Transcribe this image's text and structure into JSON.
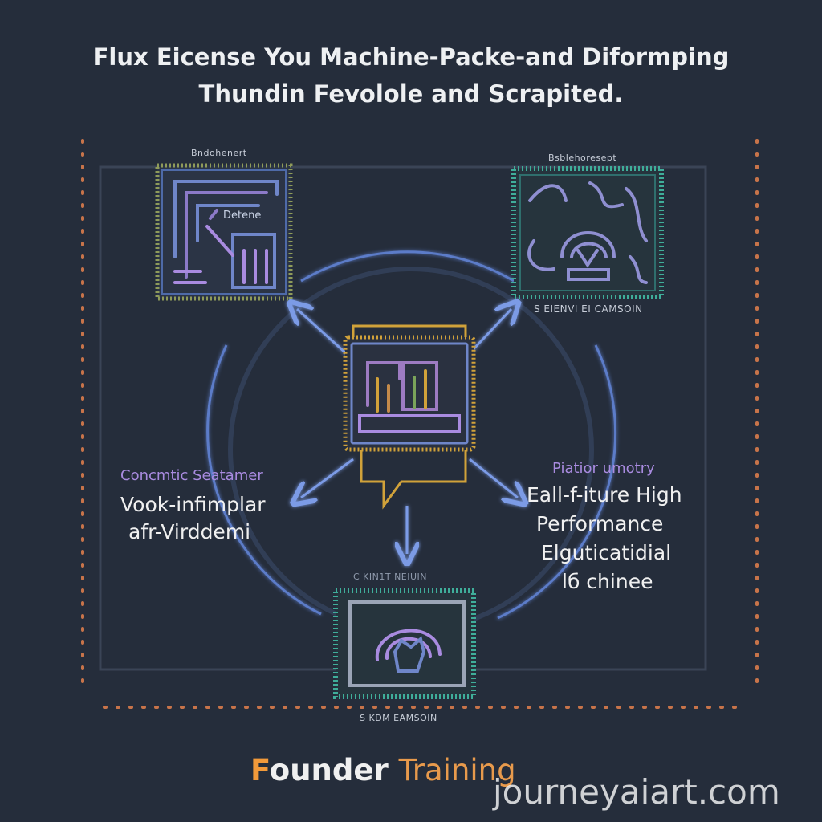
{
  "title": {
    "line1": "Flux Eicense You Machine-Packe-and Diformping",
    "line2": "Thundin Fevolole and Scrapited."
  },
  "nodes": {
    "top_left": {
      "caption": "Bndohenert",
      "inner_text": "Detene",
      "icon": "dashboard-icon"
    },
    "top_right": {
      "caption": "Bsblehoresept",
      "footer": "S EIENVI EI CAMSOIN",
      "icon": "brain-icon"
    },
    "center": {
      "icon": "monitor-chart-icon"
    },
    "bottom": {
      "caption": "C KIN1T NEIUIN",
      "footer": "S KDM EAMSOIN",
      "icon": "hand-icon"
    }
  },
  "left_label": {
    "heading": "Concmtic Seatamer",
    "line1": "Vook-infimplar",
    "line2": "afr-Virddemi"
  },
  "right_label": {
    "heading": "Piatior umotry",
    "line1": "Eall-f-iture High",
    "line2": "Performance",
    "line3": "Elguticatidial",
    "line4": "lб chinee"
  },
  "brand": {
    "mark": "F",
    "word1": "ounder",
    "word2": "Training"
  },
  "watermark": "journeyaiart.com",
  "colors": {
    "background": "#252d3b",
    "ring": "#5b7bc8",
    "orange_dots": "#c8744a",
    "teal": "#3fae9a",
    "gold": "#d1a23a",
    "purple": "#a98be0"
  }
}
